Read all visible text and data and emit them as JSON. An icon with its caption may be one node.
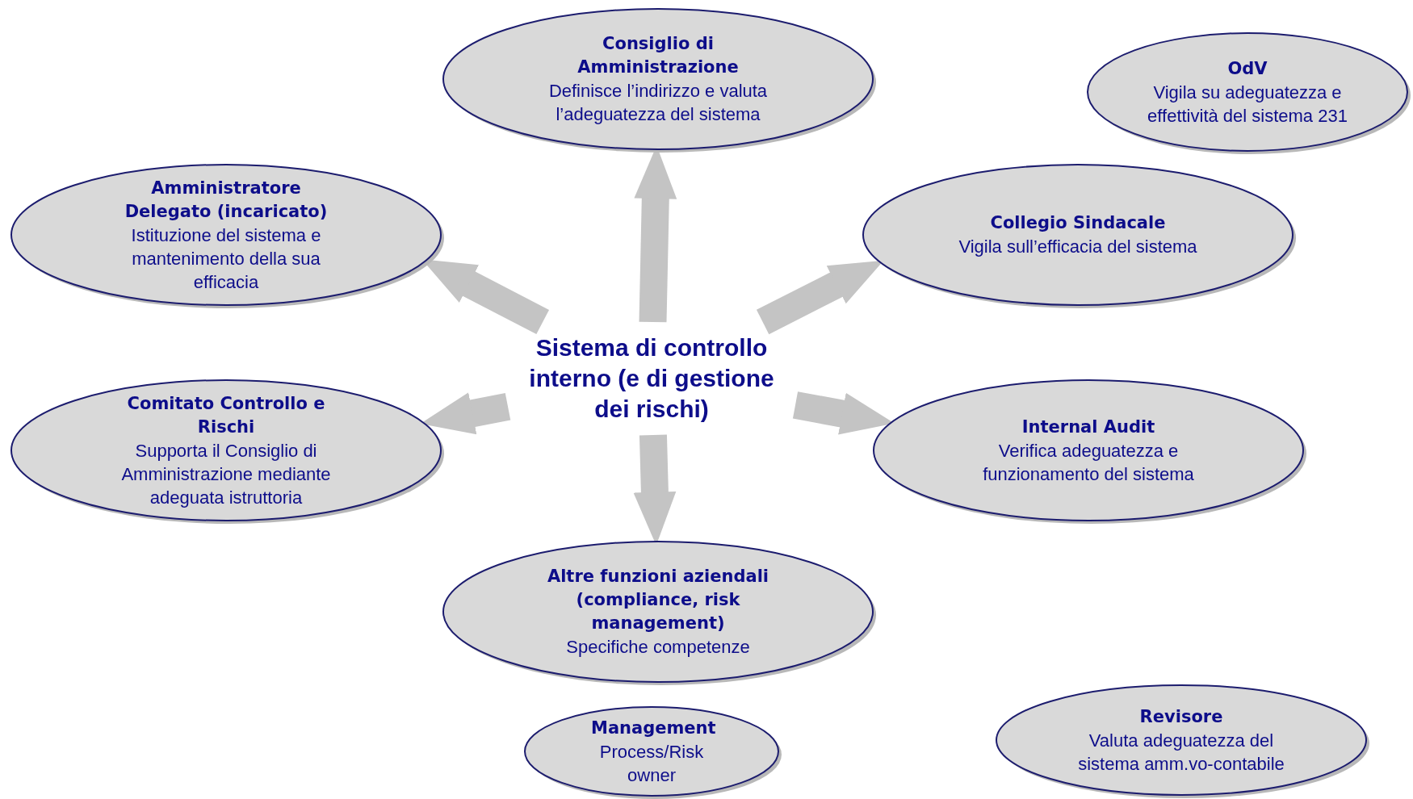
{
  "diagram": {
    "nodes": [
      {
        "text": [
          "Consiglio di Amministrazione",
          "Definisce l’indirizzo e valuta l’adeguatezza del sistema"
        ]
      },
      {
        "text": [
          "OdV",
          "Vigila su adeguatezza e effettività del sistema 231"
        ]
      },
      {
        "text": [
          "Amministratore Delegato (incaricato)",
          "Istituzione del sistema e mantenimento della sua efficacia"
        ]
      },
      {
        "text": [
          "Collegio Sindacale",
          "Vigila sull’efficacia del sistema"
        ]
      },
      {
        "text": [
          "Sistema di controllo interno (e di gestione dei rischi)"
        ]
      },
      {
        "text": [
          "Comitato Controllo e Rischi",
          "Supporta il Consiglio di Amministrazione mediante adeguata istruttoria"
        ]
      },
      {
        "text": [
          "Internal Audit",
          "Verifica adeguatezza e funzionamento del sistema"
        ]
      },
      {
        "text": [
          "Altre funzioni aziendali (compliance, risk management)",
          "Specifiche competenze"
        ]
      },
      {
        "text": [
          "Management",
          "Process/Risk owner"
        ]
      },
      {
        "text": [
          "Revisore",
          "Valuta adeguatezza del sistema amm.vo-contabile"
        ]
      }
    ],
    "edges": [
      {
        "from": 4,
        "to": 0,
        "arrow": "to"
      },
      {
        "from": 4,
        "to": 2,
        "arrow": "to"
      },
      {
        "from": 4,
        "to": 3,
        "arrow": "to"
      },
      {
        "from": 4,
        "to": 5,
        "arrow": "to"
      },
      {
        "from": 4,
        "to": 6,
        "arrow": "to"
      },
      {
        "from": 4,
        "to": 7,
        "arrow": "to"
      }
    ]
  }
}
